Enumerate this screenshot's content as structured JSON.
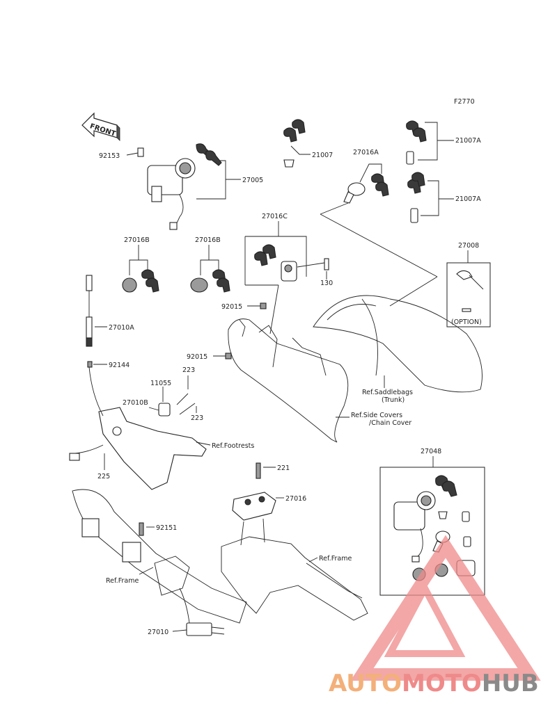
{
  "figure_code": "F2770",
  "front_label": "FRONT",
  "parts": [
    {
      "id": "p92153",
      "text": "92153"
    },
    {
      "id": "p27005",
      "text": "27005"
    },
    {
      "id": "p21007",
      "text": "21007"
    },
    {
      "id": "p27016A",
      "text": "27016A"
    },
    {
      "id": "p21007A_1",
      "text": "21007A"
    },
    {
      "id": "p21007A_2",
      "text": "21007A"
    },
    {
      "id": "p27016C",
      "text": "27016C"
    },
    {
      "id": "p27016B_1",
      "text": "27016B"
    },
    {
      "id": "p27016B_2",
      "text": "27016B"
    },
    {
      "id": "p27008",
      "text": "27008"
    },
    {
      "id": "p130",
      "text": "130"
    },
    {
      "id": "p92015_1",
      "text": "92015"
    },
    {
      "id": "p27010A",
      "text": "27010A"
    },
    {
      "id": "p92015_2",
      "text": "92015"
    },
    {
      "id": "p92144",
      "text": "92144"
    },
    {
      "id": "p223_1",
      "text": "223"
    },
    {
      "id": "p11055",
      "text": "11055"
    },
    {
      "id": "p27010B",
      "text": "27010B"
    },
    {
      "id": "p223_2",
      "text": "223"
    },
    {
      "id": "p225",
      "text": "225"
    },
    {
      "id": "p221",
      "text": "221"
    },
    {
      "id": "p27016",
      "text": "27016"
    },
    {
      "id": "p27048",
      "text": "27048"
    },
    {
      "id": "p92151",
      "text": "92151"
    },
    {
      "id": "p27010",
      "text": "27010"
    }
  ],
  "refs": [
    {
      "id": "r_saddle1",
      "text": "Ref.Saddlebags"
    },
    {
      "id": "r_saddle2",
      "text": "(Trunk)"
    },
    {
      "id": "r_side1",
      "text": "Ref.Side Covers"
    },
    {
      "id": "r_side2",
      "text": "/Chain Cover"
    },
    {
      "id": "r_foot",
      "text": "Ref.Footrests"
    },
    {
      "id": "r_frame1",
      "text": "Ref.Frame"
    },
    {
      "id": "r_frame2",
      "text": "Ref.Frame"
    }
  ],
  "option_label": "(OPTION)",
  "watermark": {
    "part1": "AUTO",
    "part2": "MOTO",
    "part3": "HUB"
  },
  "colors": {
    "watermark_orange": "#f3b07a",
    "watermark_red": "#ef8a8a",
    "watermark_gray": "#8a8a8a"
  }
}
